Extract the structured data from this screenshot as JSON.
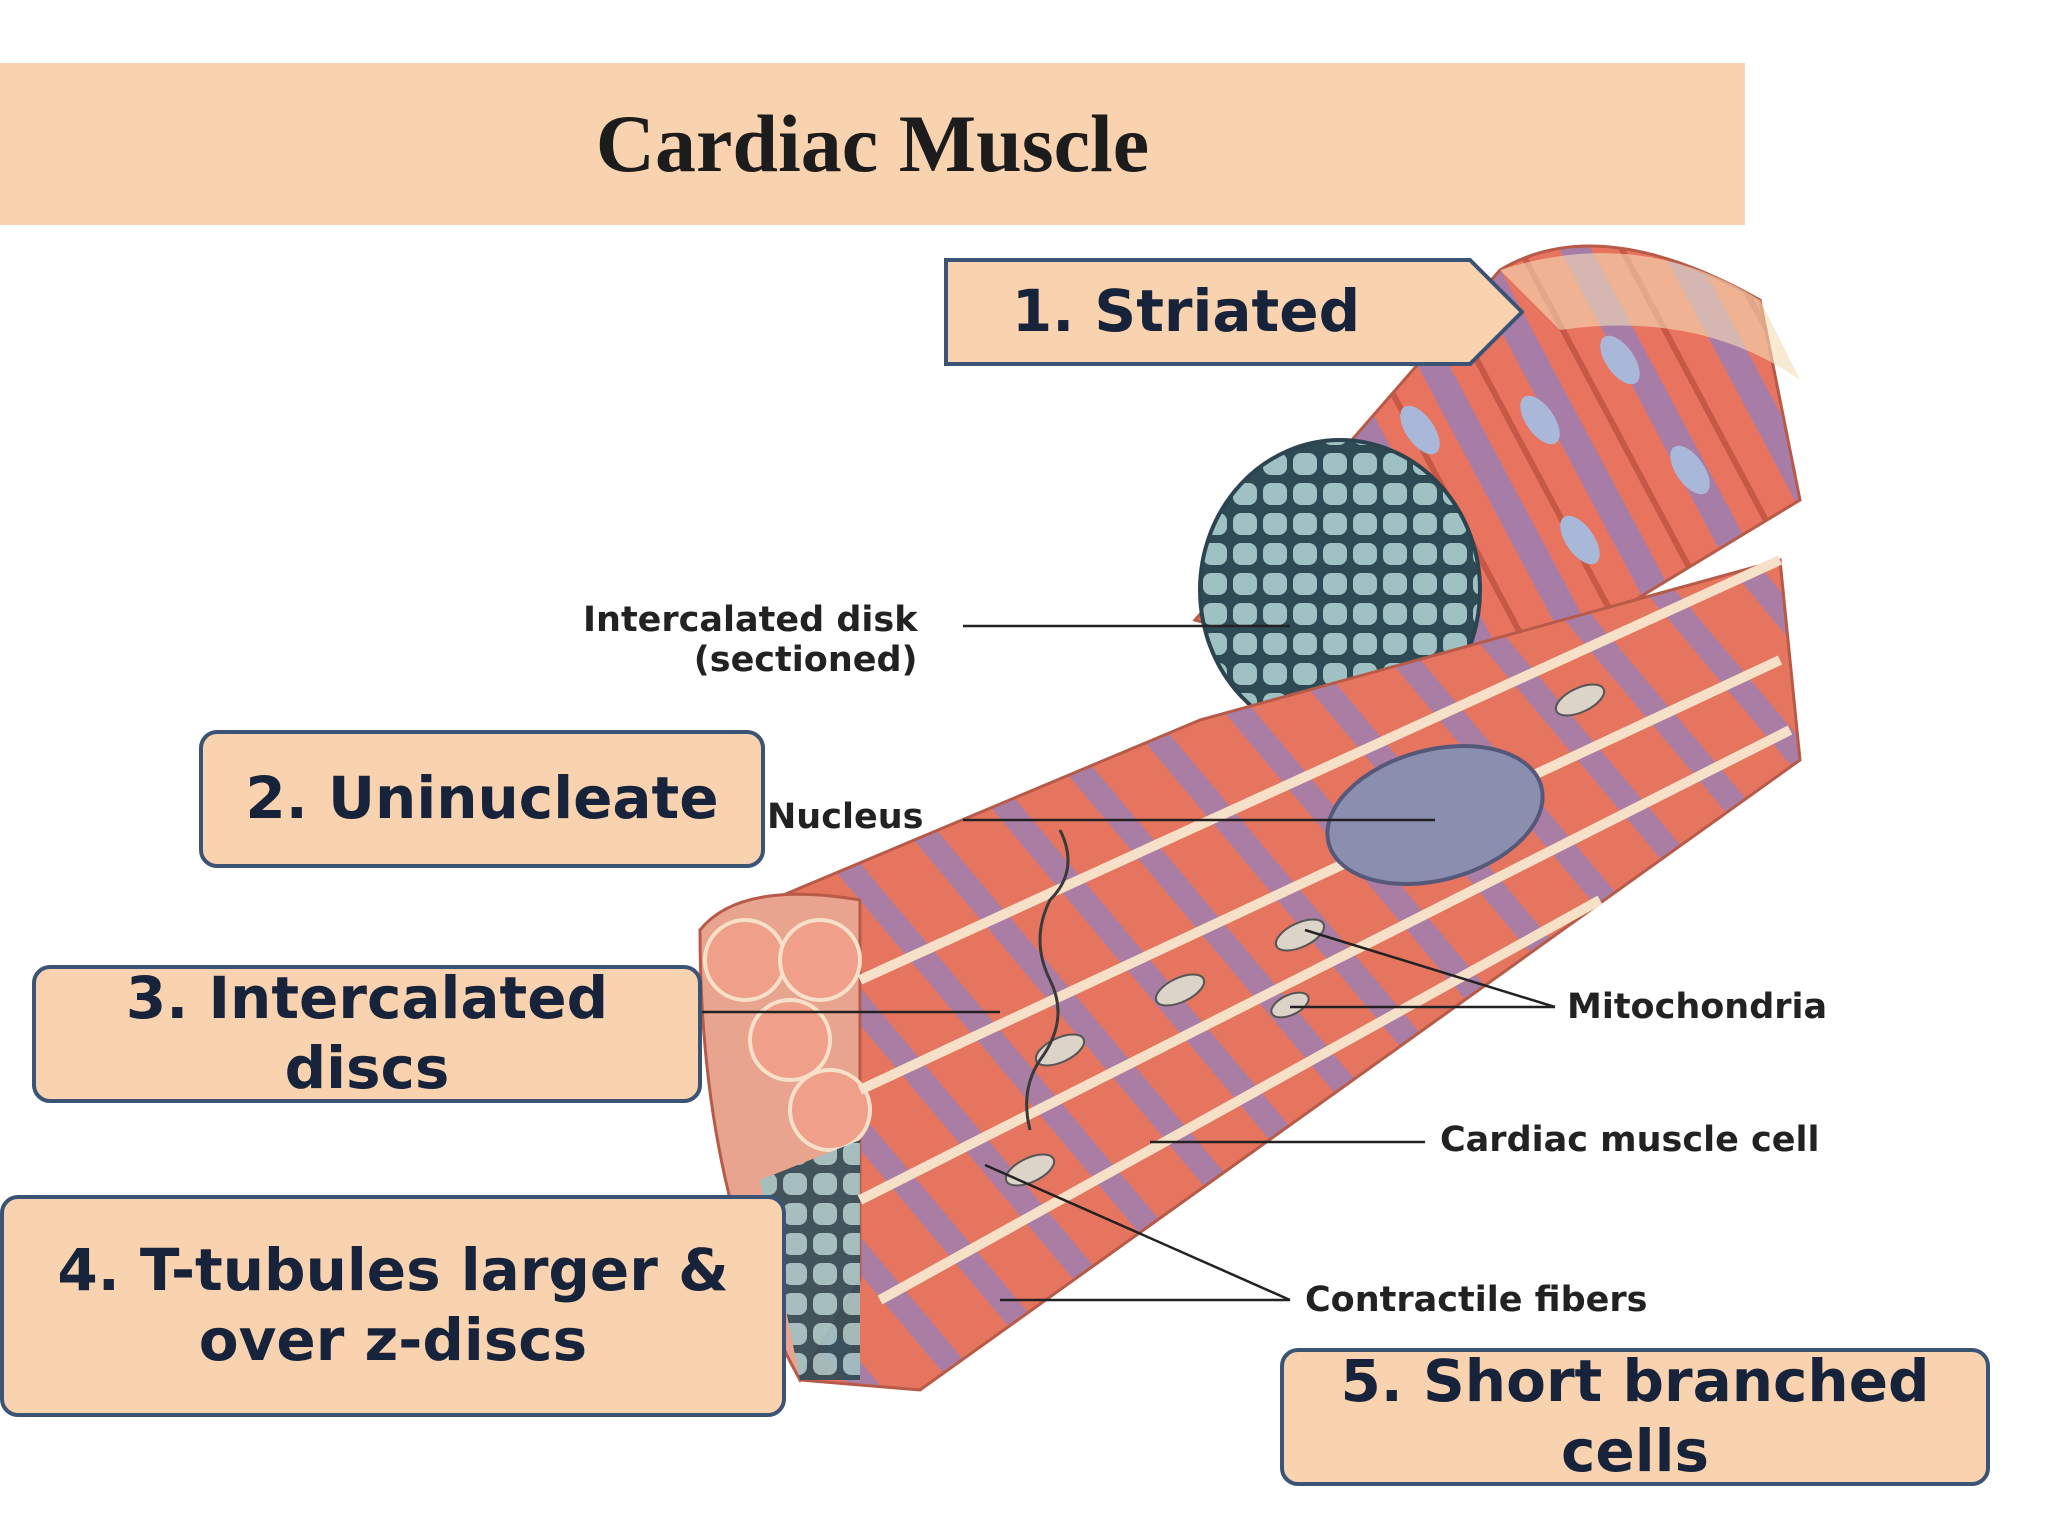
{
  "title": "Cardiac Muscle",
  "callouts": {
    "c1": "1. Striated",
    "c2": "2. Uninucleate",
    "c3": "3. Intercalated discs",
    "c4_line1": "4. T-tubules larger &",
    "c4_line2": "over z-discs",
    "c5": "5. Short branched cells"
  },
  "labels": {
    "disk_line1": "Intercalated disk",
    "disk_line2": "(sectioned)",
    "nucleus": "Nucleus",
    "mitochondria": "Mitochondria",
    "cell": "Cardiac muscle cell",
    "fibers": "Contractile fibers"
  },
  "colors": {
    "callout_fill": "#f9d2b0",
    "callout_border": "#3b5374",
    "muscle_red": "#e8735e",
    "muscle_purple": "#9b7fb5",
    "nucleus_blue": "#8aa0c8",
    "disk_teal": "#6f9aa3"
  }
}
